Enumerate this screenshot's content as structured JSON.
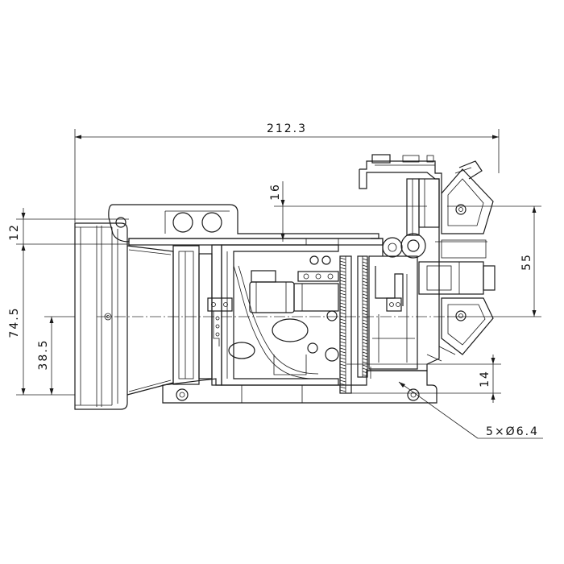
{
  "dimensions": {
    "overall_width": "212.3",
    "top_offset": "16",
    "lens_top": "12",
    "right_height": "55",
    "lens_height": "74.5",
    "lens_center": "38.5",
    "bottom_offset": "14",
    "holes": "5×Ø6.4"
  }
}
